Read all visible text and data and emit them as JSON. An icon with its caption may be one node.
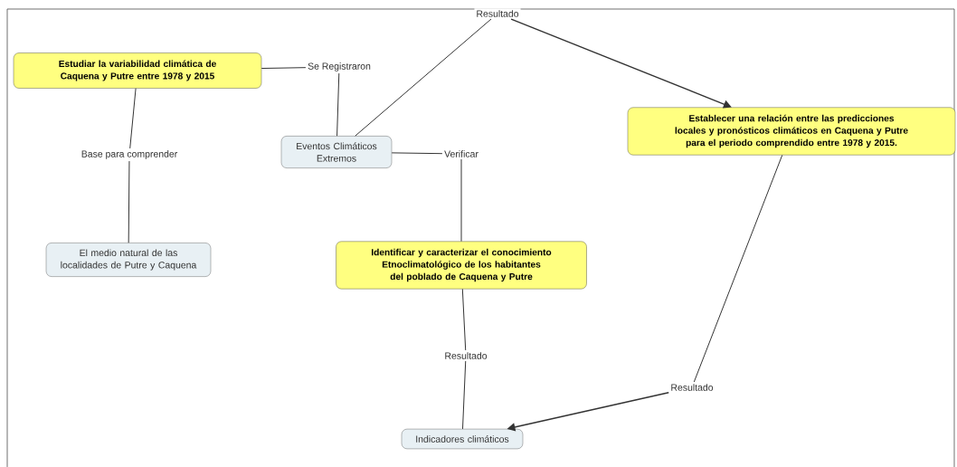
{
  "diagram": {
    "nodes": [
      {
        "text": [
          "Estudiar  la variabilidad climática de Caquena y Putre entre 1978 y 2015"
        ]
      },
      {
        "text": [
          "Se Registraron"
        ]
      },
      {
        "text": [
          "Resultado"
        ]
      },
      {
        "text": [
          "Establecer una relación entre las predicciones locales y pronósticos climáticos  en Caquena y Putre para el periodo comprendido entre 1978 y 2015."
        ]
      },
      {
        "text": [
          "Base para comprender"
        ]
      },
      {
        "text": [
          "Eventos Climáticos Extremos"
        ]
      },
      {
        "text": [
          "Verificar"
        ]
      },
      {
        "text": [
          "El medio natural de las localidades de Putre y Caquena"
        ]
      },
      {
        "text": [
          "Identificar y caracterizar el conocimiento Etnoclimatológico de los habitantes del poblado de Caquena y Putre"
        ]
      },
      {
        "text": [
          "Resultado"
        ]
      },
      {
        "text": [
          "Resultado"
        ]
      },
      {
        "text": [
          "Indicadores climáticos"
        ]
      }
    ],
    "edges": [
      {
        "from": 0,
        "to": 1,
        "arrow": "none"
      },
      {
        "from": 1,
        "to": 5,
        "arrow": "none"
      },
      {
        "from": 5,
        "to": 2,
        "arrow": "none"
      },
      {
        "from": 2,
        "to": 3,
        "arrow": "to"
      },
      {
        "from": 0,
        "to": 4,
        "arrow": "none"
      },
      {
        "from": 4,
        "to": 7,
        "arrow": "none"
      },
      {
        "from": 5,
        "to": 6,
        "arrow": "none"
      },
      {
        "from": 6,
        "to": 8,
        "arrow": "none"
      },
      {
        "from": 8,
        "to": 9,
        "arrow": "none"
      },
      {
        "from": 9,
        "to": 11,
        "arrow": "none"
      },
      {
        "from": 3,
        "to": 10,
        "arrow": "none"
      },
      {
        "from": 10,
        "to": 11,
        "arrow": "to"
      }
    ]
  }
}
